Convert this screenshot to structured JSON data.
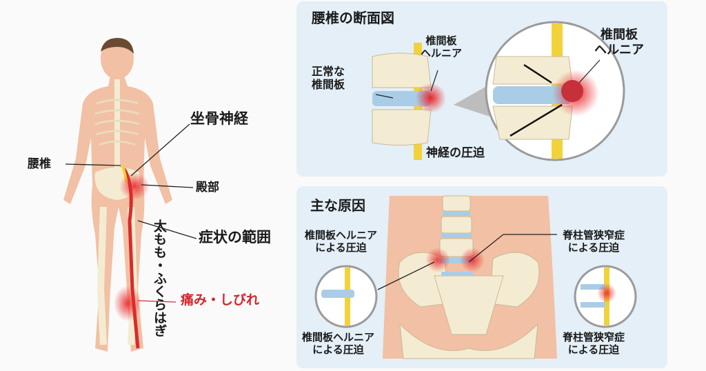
{
  "body_figure": {
    "sciatic_nerve": "坐骨神経",
    "lumbar": "腰椎",
    "buttock": "殿部",
    "symptom_range": "症状の範囲",
    "thigh_calf": "太もも・ふくらはぎ",
    "pain_numbness": "痛み・しびれ"
  },
  "cross_section": {
    "title": "腰椎の断面図",
    "normal_disc": [
      "正常な",
      "椎間板"
    ],
    "herniation_small": [
      "椎間板",
      "ヘルニア"
    ],
    "herniation_large": [
      "椎間板",
      "ヘルニア"
    ],
    "nerve_compression": "神経の圧迫"
  },
  "causes": {
    "title": "主な原因",
    "herniation_top": [
      "椎間板ヘルニア",
      "による圧迫"
    ],
    "stenosis_top": [
      "脊柱管狭窄症",
      "による圧迫"
    ],
    "herniation_bottom": [
      "椎間板ヘルニア",
      "による圧迫"
    ],
    "stenosis_bottom": [
      "脊柱管狭窄症",
      "による圧迫"
    ]
  },
  "colors": {
    "panel": "#e4eff7",
    "skin": "#f2c0a4",
    "bone": "#f4ecd2",
    "disc": "#a9cde6",
    "nerve": "#f2d23a",
    "pain": "#e8262a"
  }
}
